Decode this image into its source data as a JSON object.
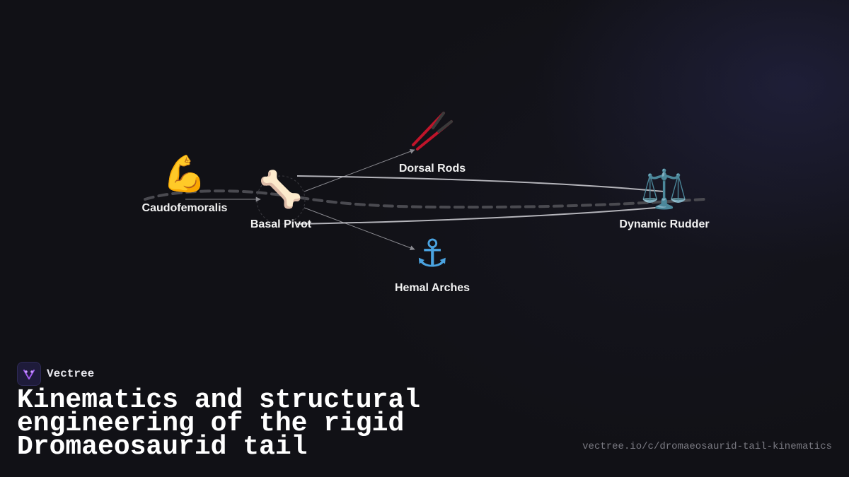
{
  "brand": {
    "name": "Vectree",
    "logo_icon": "vectree-logo-icon",
    "accent": "#a25cf0"
  },
  "title": "Kinematics and structural engineering of the rigid Dromaeosaurid tail",
  "url": "vectree.io/c/dromaeosaurid-tail-kinematics",
  "diagram": {
    "nodes": [
      {
        "id": "caudofemoralis",
        "label": "Caudofemoralis",
        "icon": "💪",
        "icon_name": "flexed-biceps-icon"
      },
      {
        "id": "basal_pivot",
        "label": "Basal Pivot",
        "icon": "🦴",
        "icon_name": "bone-icon"
      },
      {
        "id": "dorsal_rods",
        "label": "Dorsal Rods",
        "icon": "🥢",
        "icon_name": "chopsticks-icon"
      },
      {
        "id": "hemal_arches",
        "label": "Hemal Arches",
        "icon": "⚓",
        "icon_name": "anchor-icon"
      },
      {
        "id": "dynamic_rudder",
        "label": "Dynamic Rudder",
        "icon": "⚖️",
        "icon_name": "balance-scale-icon"
      }
    ],
    "edges": [
      {
        "from": "caudofemoralis",
        "to": "basal_pivot",
        "style": "arrow"
      },
      {
        "from": "basal_pivot",
        "to": "dorsal_rods",
        "style": "arrow"
      },
      {
        "from": "basal_pivot",
        "to": "hemal_arches",
        "style": "arrow"
      },
      {
        "from": "basal_pivot",
        "to": "dynamic_rudder",
        "style": "curve"
      },
      {
        "from": "dynamic_rudder",
        "to": "basal_pivot",
        "style": "curve"
      }
    ],
    "colors": {
      "edge": "#8a8a90",
      "curve": "#b4b4ba",
      "spine": "#4a4a50"
    }
  }
}
